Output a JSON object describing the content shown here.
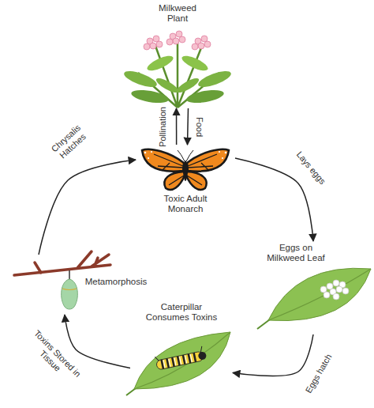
{
  "diagram": {
    "nodes": [
      {
        "text": [
          "Milkweed Plant"
        ]
      },
      {
        "text": [
          "Toxic Adult Monarch"
        ]
      },
      {
        "text": [
          "Eggs on Milkweed Leaf"
        ]
      },
      {
        "text": [
          "Caterpillar Consumes Toxins"
        ]
      },
      {
        "text": [
          "Metamorphosis"
        ]
      }
    ],
    "edges": [
      {
        "from": 1,
        "to": 0,
        "label": "Pollination",
        "arrow": "to"
      },
      {
        "from": 0,
        "to": 1,
        "label": "Food",
        "arrow": "to"
      },
      {
        "from": 1,
        "to": 2,
        "label": "Lays eggs",
        "arrow": "to"
      },
      {
        "from": 2,
        "to": 3,
        "label": "Eggs hatch",
        "arrow": "to"
      },
      {
        "from": 3,
        "to": 4,
        "label": "Toxins Stored in Tissue",
        "arrow": "to"
      },
      {
        "from": 4,
        "to": 1,
        "label": "Chrysalis Hatches",
        "arrow": "to"
      }
    ]
  }
}
